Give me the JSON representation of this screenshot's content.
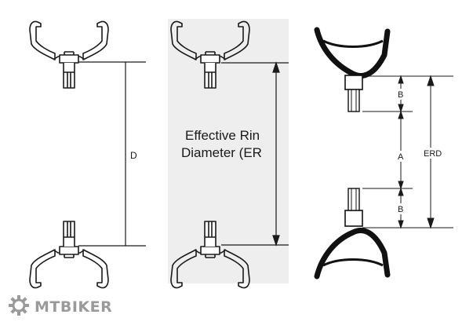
{
  "left_diagram": {
    "dimension_label": "D"
  },
  "middle_diagram": {
    "label_line1": "Effective Rin",
    "label_line2": "Diameter (ER"
  },
  "right_diagram": {
    "label_b_top": "B",
    "label_a": "A",
    "label_b_bottom": "B",
    "label_erd": "ERD"
  },
  "watermark": {
    "text": "MTBIKER",
    "icon": "gear-logo-icon"
  },
  "colors": {
    "line": "#1a1a1a",
    "background": "#ffffff",
    "panel": "#eeeeee",
    "watermark": "#9a9a9a"
  }
}
